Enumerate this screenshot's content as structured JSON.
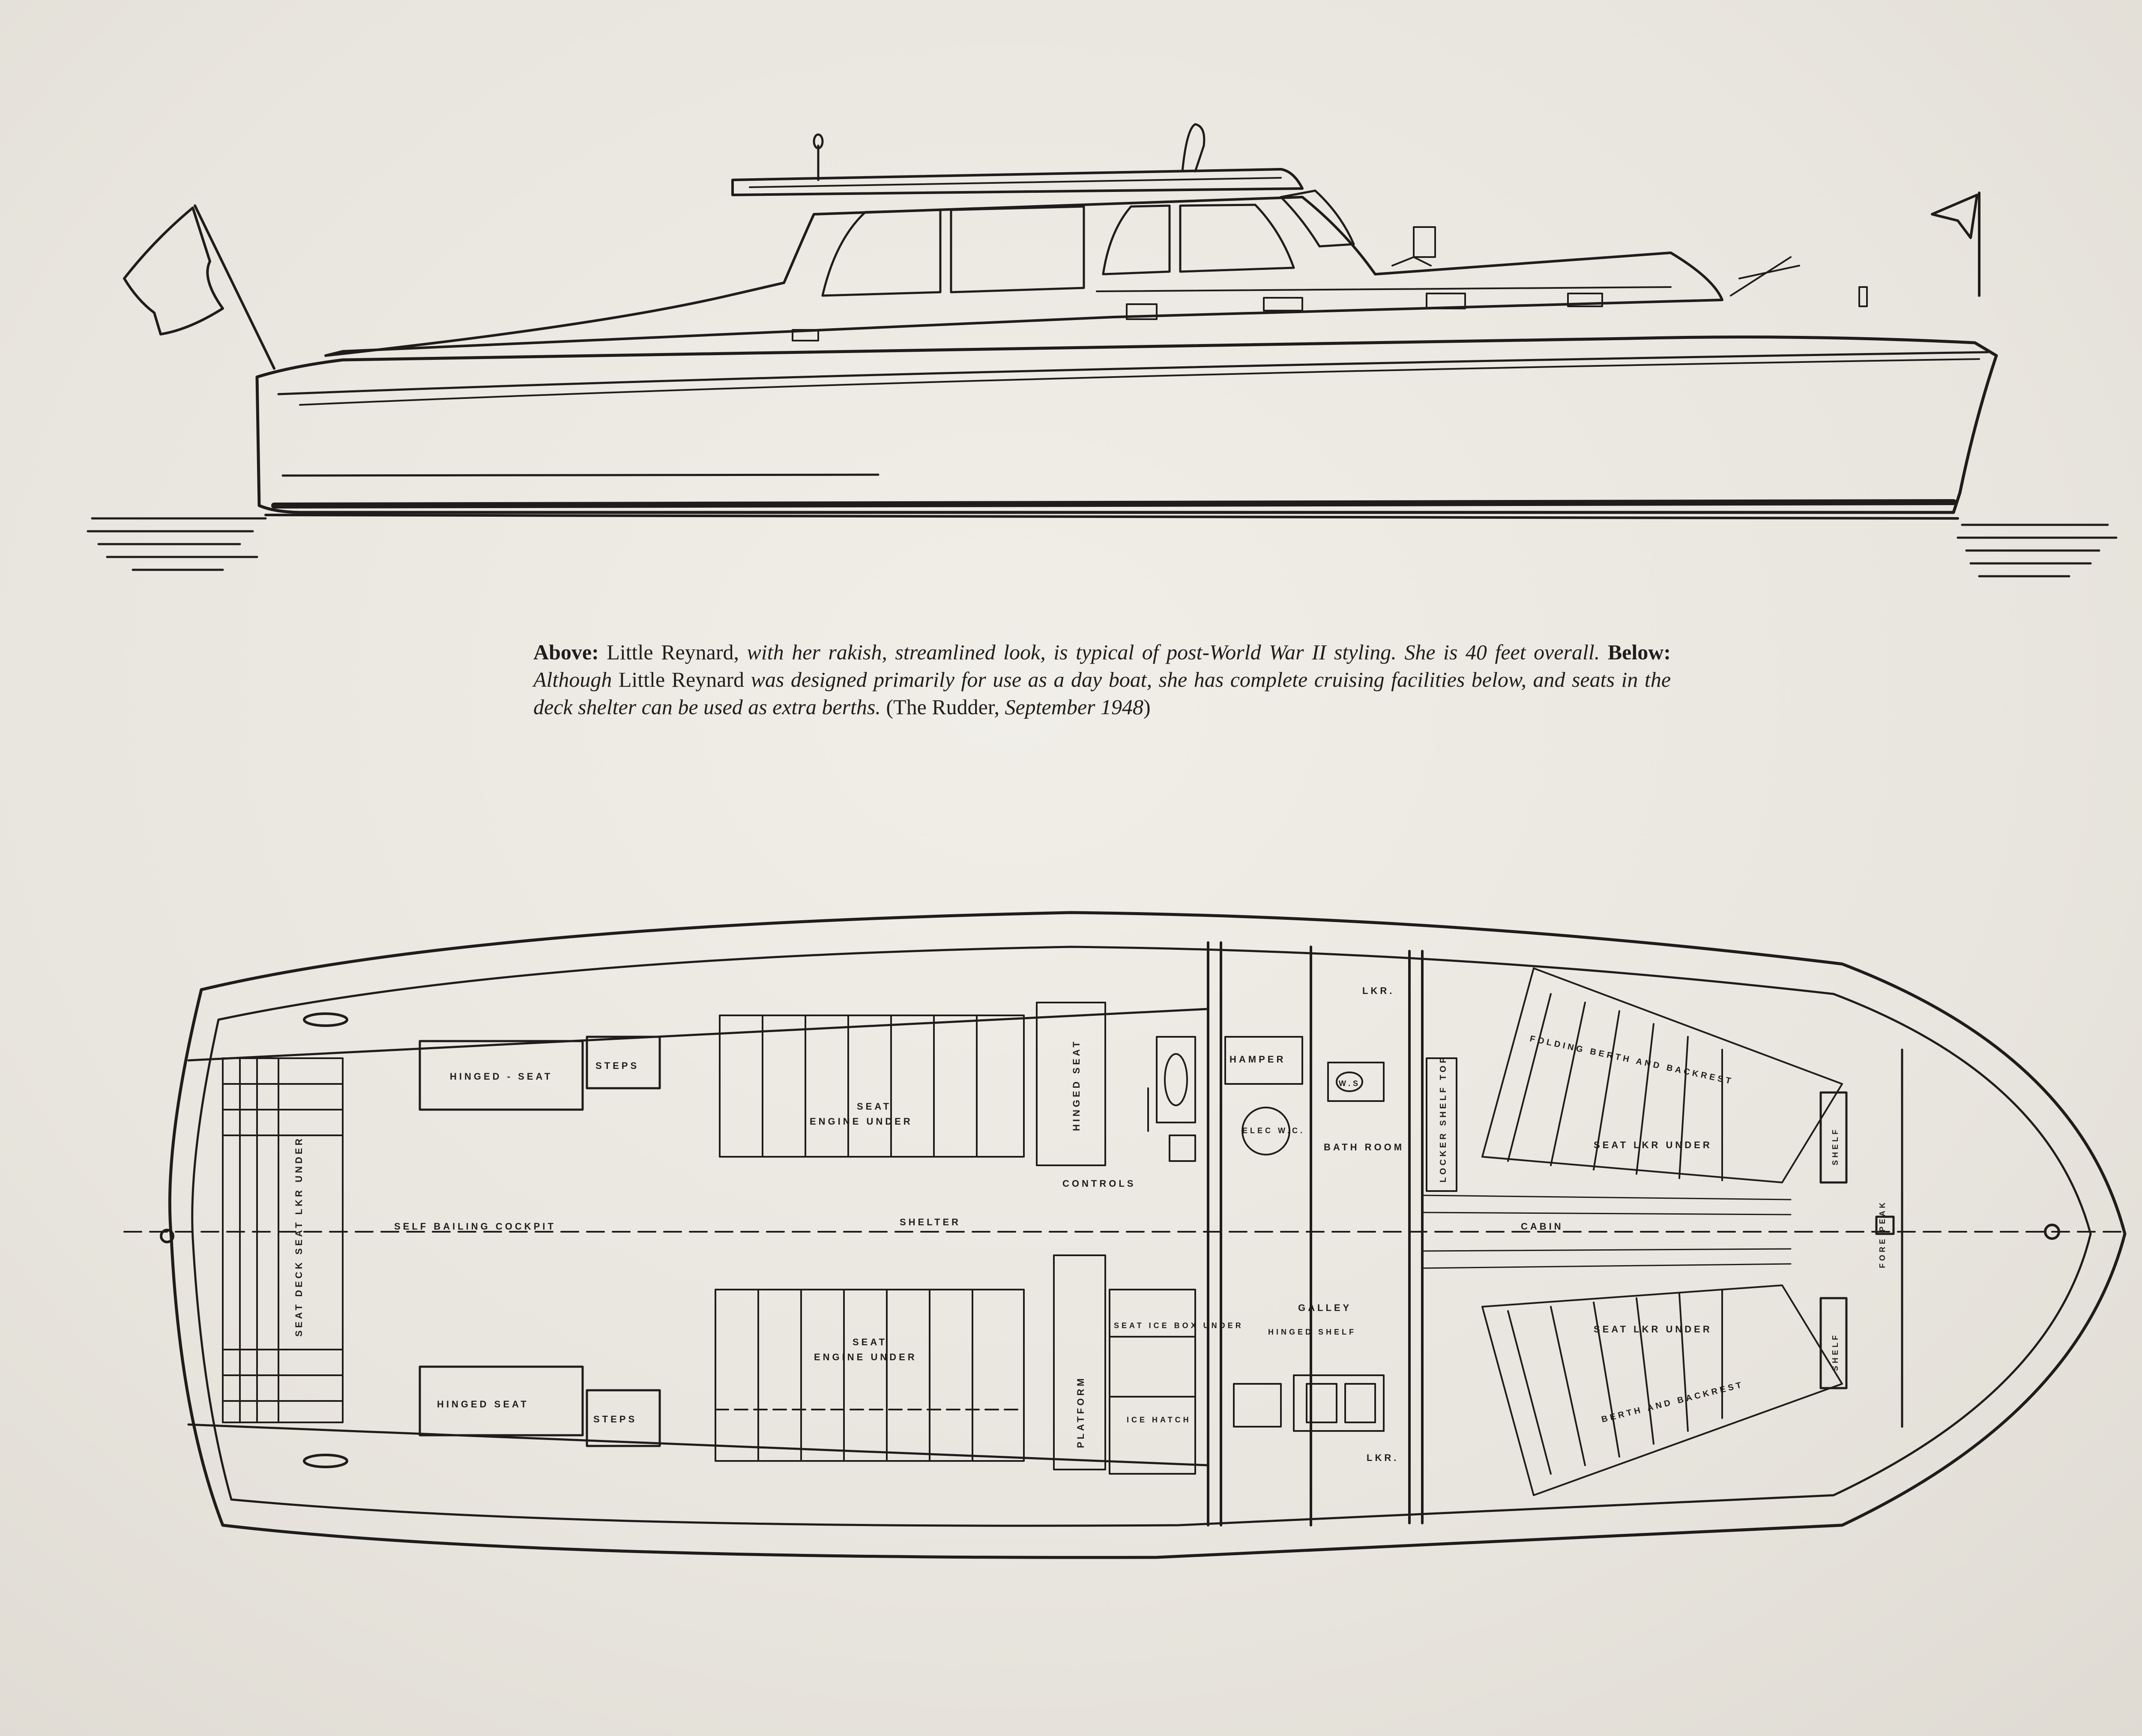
{
  "caption": {
    "above_label": "Above:",
    "above_name": "Little Reynard,",
    "above_text": "with her rakish, streamlined look, is typical of post-World War II styling. She is 40 feet overall.",
    "below_label": "Below:",
    "below_italic_1": "Although",
    "below_name": "Little Reynard",
    "below_text": "was designed primarily for use as a day boat, she has complete cruising facilities below, and seats in the deck shelter can be used as extra berths.",
    "source_open": "(The Rudder,",
    "source_date": "September 1948",
    "source_close": ")"
  },
  "plan_labels": {
    "hinged_seat_top": "HINGED - SEAT",
    "steps_top": "STEPS",
    "seat_engine_top_1": "SEAT",
    "seat_engine_top_2": "ENGINE UNDER",
    "hinged_seat_vertical": "HINGED SEAT",
    "deck_seat": "SEAT DECK SEAT LKR UNDER",
    "self_bailing_cockpit": "SELF BAILING COCKPIT",
    "shelter": "SHELTER",
    "controls": "CONTROLS",
    "hamper": "HAMPER",
    "lkr_top": "LKR.",
    "elec_wc": "ELEC W.C.",
    "ws": "W.S.",
    "bath_room": "BATH ROOM",
    "locker_shelf_top": "LOCKER SHELF TOP",
    "folding_berth_top": "FOLDING BERTH AND BACKREST",
    "seat_lkr_under_top": "SEAT LKR UNDER",
    "cabin": "CABIN",
    "shelf_top": "SHELF",
    "shelf_bottom": "SHELF",
    "fore_peak": "FORE PEAK",
    "seat_engine_bottom_1": "SEAT",
    "seat_engine_bottom_2": "ENGINE UNDER",
    "hinged_seat_bottom": "HINGED SEAT",
    "steps_bottom": "STEPS",
    "platform": "PLATFORM",
    "seat_ice_box": "SEAT ICE BOX UNDER",
    "ice_hatch": "ICE HATCH",
    "galley": "GALLEY",
    "hinged_shelf": "HINGED SHELF",
    "seat_lkr_under_bottom": "SEAT LKR UNDER",
    "berth_backrest_bottom": "BERTH AND BACKREST",
    "lkr_bottom": "LKR."
  }
}
